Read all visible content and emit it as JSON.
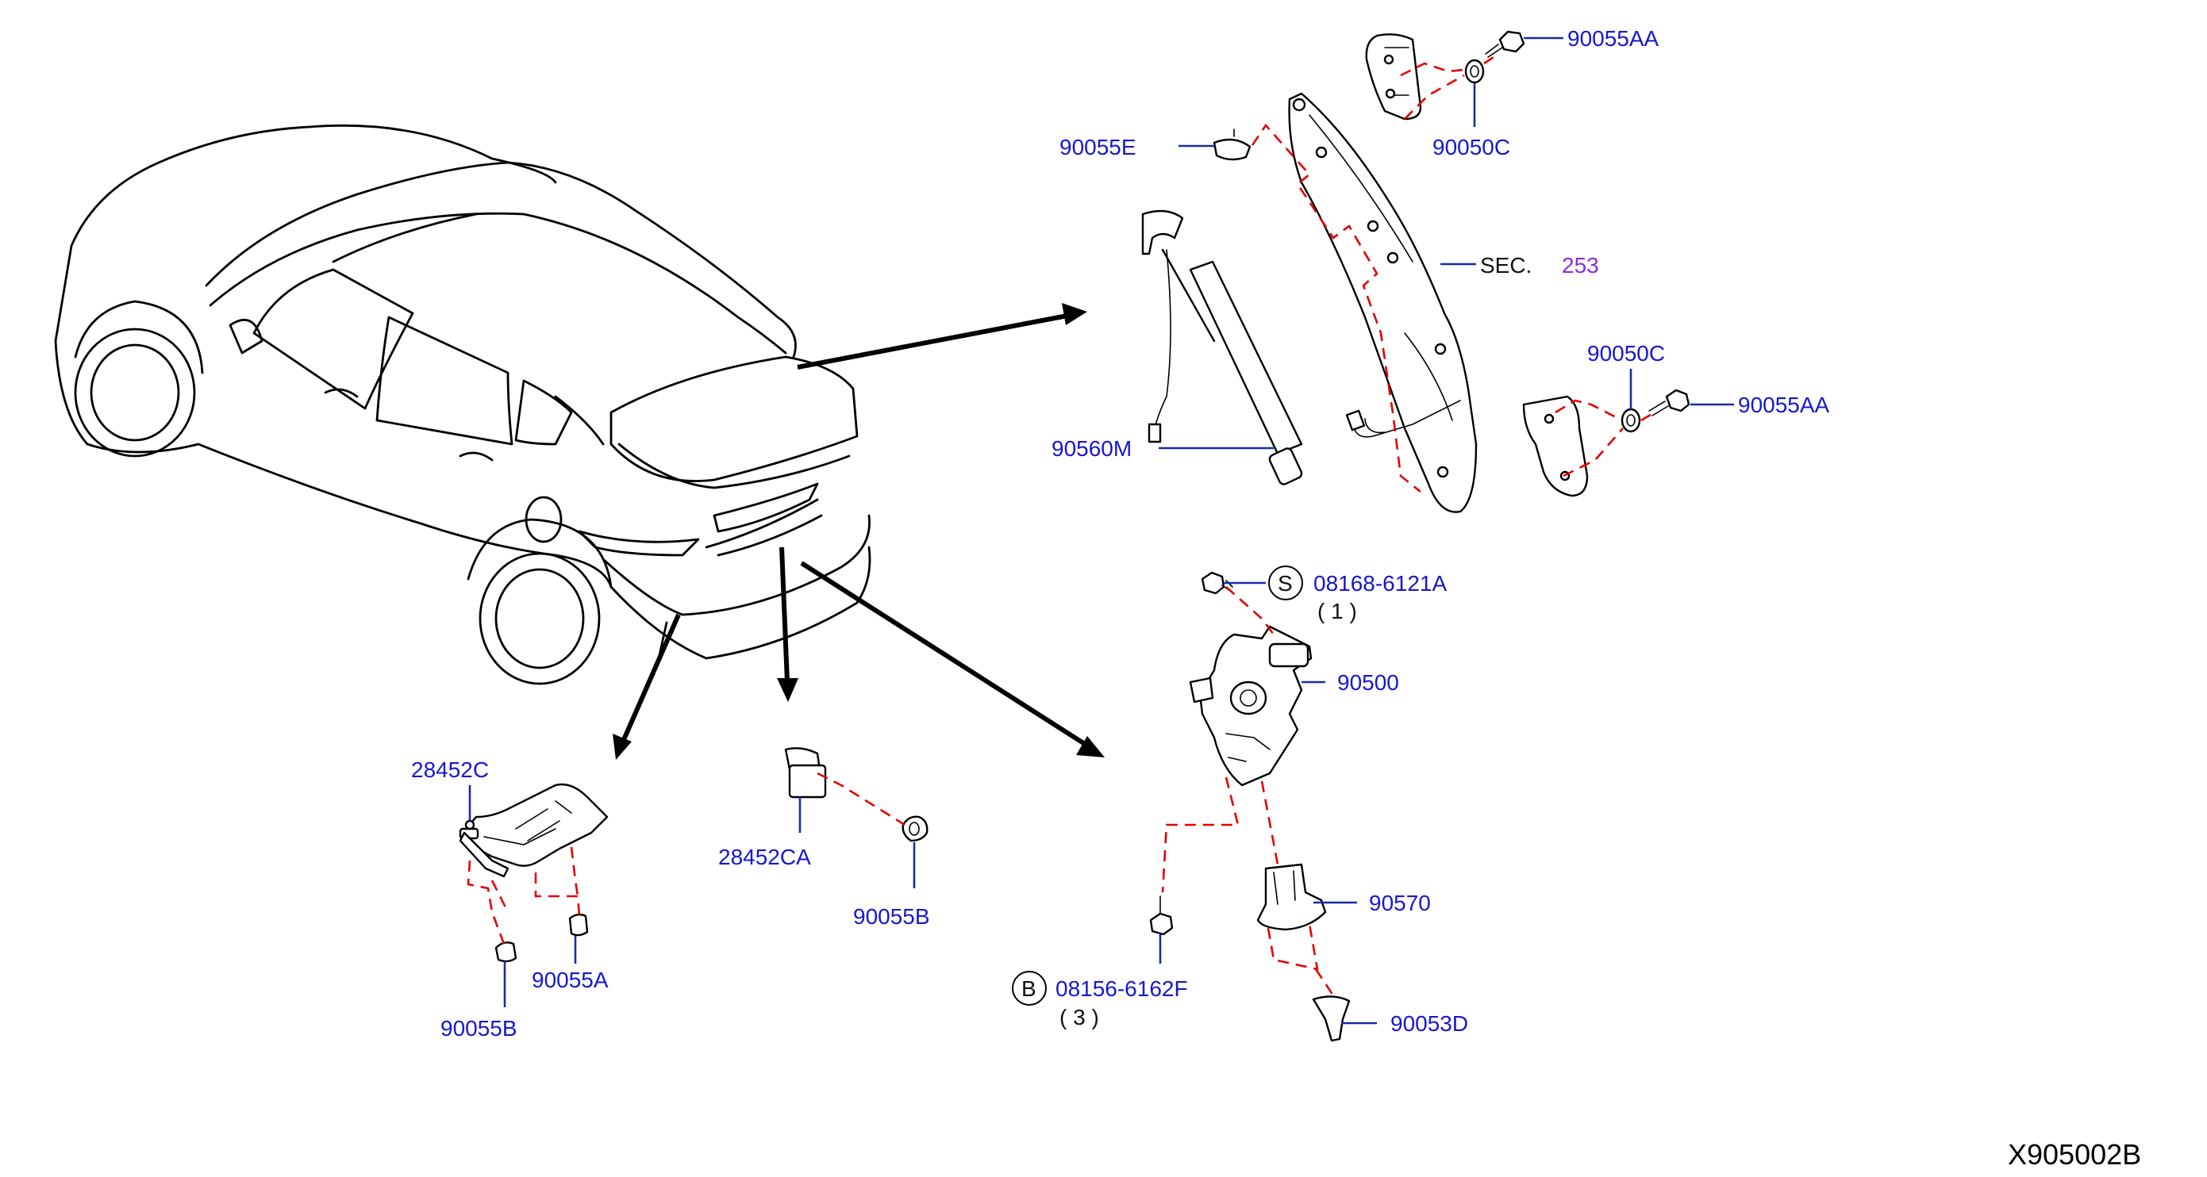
{
  "callouts": {
    "aa_top": "90055AA",
    "c_top": "90050C",
    "e": "90055E",
    "sec": "SEC.",
    "sec_num": "253",
    "c_right": "90050C",
    "aa_right": "90055AA",
    "strut": "90560M",
    "s_part": "08168-6121A",
    "s_qty": "( 1 )",
    "latch": "90500",
    "striker": "90570",
    "b_part": "08156-6162F",
    "b_qty": "( 3 )",
    "bumper_rubber": "90053D",
    "sensor_bracket": "28452C",
    "sensor": "28452CA",
    "clip_b_center": "90055B",
    "clip_a": "90055A",
    "clip_b_left": "90055B"
  },
  "symbols": {
    "s": "S",
    "b": "B"
  },
  "diagram_code": "X905002B",
  "colors": {
    "label": "#1717d0",
    "leader": "#1a2aa8",
    "dashed_connector": "#e30000",
    "sec_number": "#8a2be2"
  }
}
